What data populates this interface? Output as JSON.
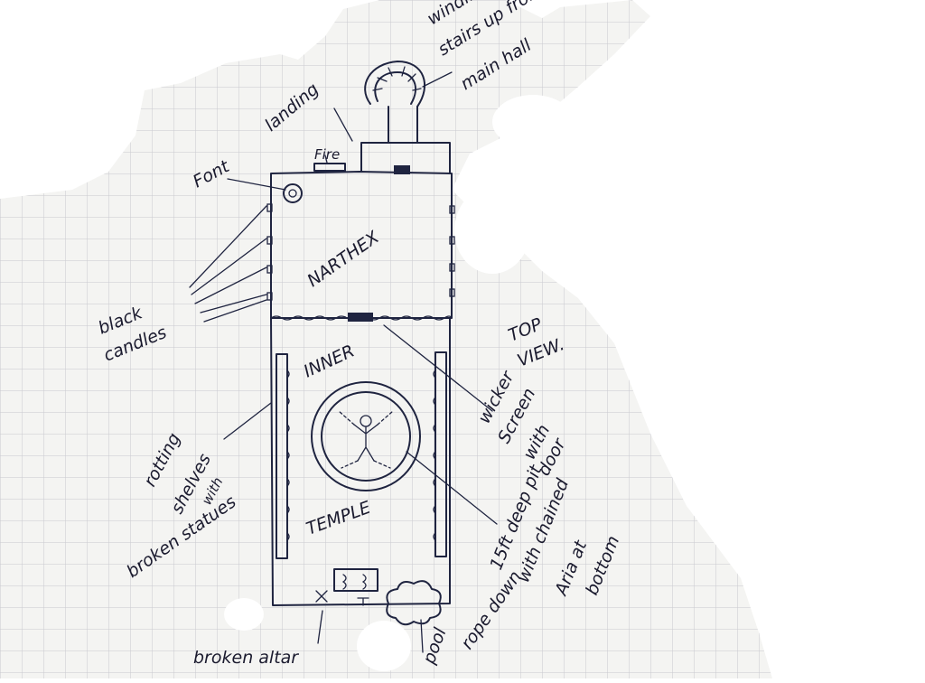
{
  "labels": {
    "winding_stairs": [
      "winding",
      "stairs up from",
      "main hall"
    ],
    "landing": "landing",
    "fire": "Fire",
    "font": "Font",
    "narthex": "NARTHEX",
    "black_candles": [
      "black",
      "candles"
    ],
    "top_view": [
      "TOP",
      "VIEW."
    ],
    "inner": "INNER",
    "temple": "TEMPLE",
    "wicker_screen": [
      "wicker",
      "Screen",
      "with",
      "door"
    ],
    "rotting_shelves": [
      "rotting",
      "shelves",
      "with",
      "broken statues"
    ],
    "pit": [
      "15ft deep pit",
      "with chained",
      "Aria at",
      "bottom"
    ],
    "pool": "pool",
    "rope_down": "rope down",
    "broken_altar": "broken altar"
  },
  "colors": {
    "paper": "#f4f4f2",
    "grid": "#c9c9cf",
    "ink": "#1f2440"
  }
}
